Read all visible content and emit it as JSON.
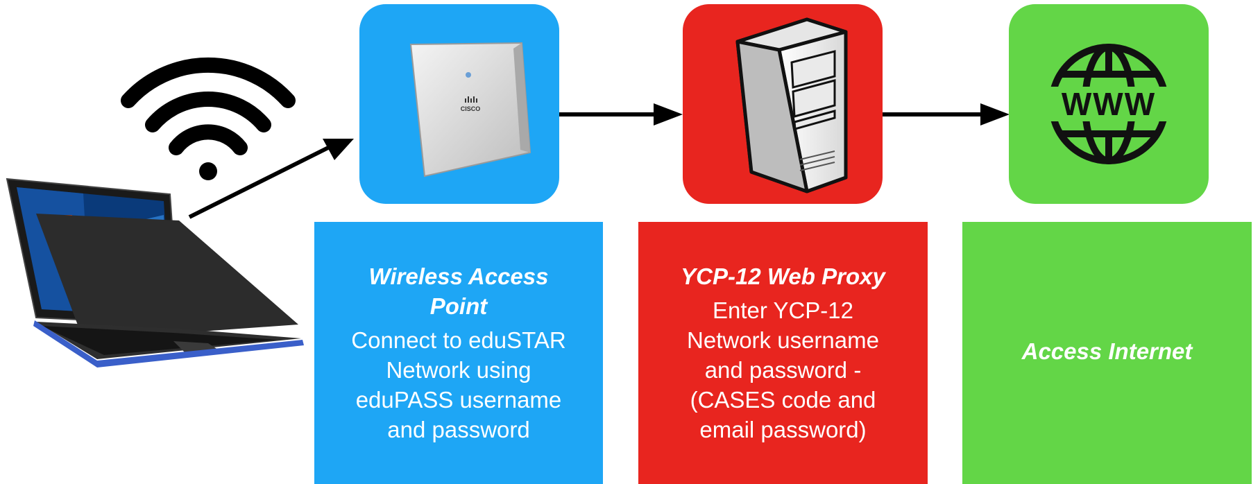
{
  "colors": {
    "access_point": "#1EA6F5",
    "proxy": "#E8251F",
    "internet": "#63D647",
    "arrow": "#000000"
  },
  "icons": {
    "device": "laptop-icon",
    "signal": "wifi-icon",
    "access_point": "cisco-access-point-icon",
    "proxy": "server-tower-icon",
    "internet": "www-globe-icon"
  },
  "device_labels": {
    "access_point_logo": "CISCO",
    "internet_globe": "WWW"
  },
  "steps": [
    {
      "title": "Wireless Access Point",
      "description": "Connect to eduSTAR Network using eduPASS username and password"
    },
    {
      "title": "YCP-12 Web Proxy",
      "description": "Enter YCP-12 Network username and password - (CASES code and email password)"
    },
    {
      "title": "Access Internet",
      "description": ""
    }
  ]
}
